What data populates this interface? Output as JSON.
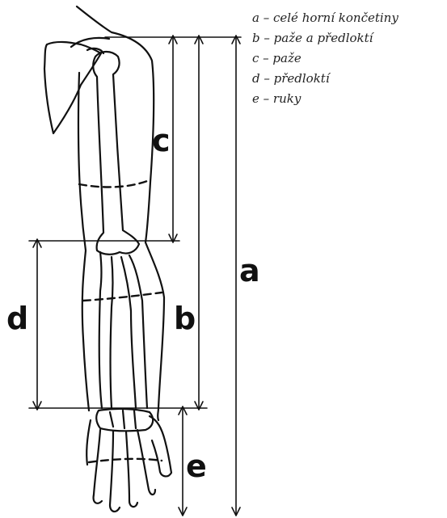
{
  "legend": {
    "a": "a – celé horní končetiny",
    "b": "b – paže a předloktí",
    "c": "c – paže",
    "d": "d – předloktí",
    "e": "e – ruky"
  },
  "labels": {
    "a": "a",
    "b": "b",
    "c": "c",
    "d": "d",
    "e": "e"
  },
  "colors": {
    "ink": "#111111",
    "bone": "#ffffff"
  }
}
